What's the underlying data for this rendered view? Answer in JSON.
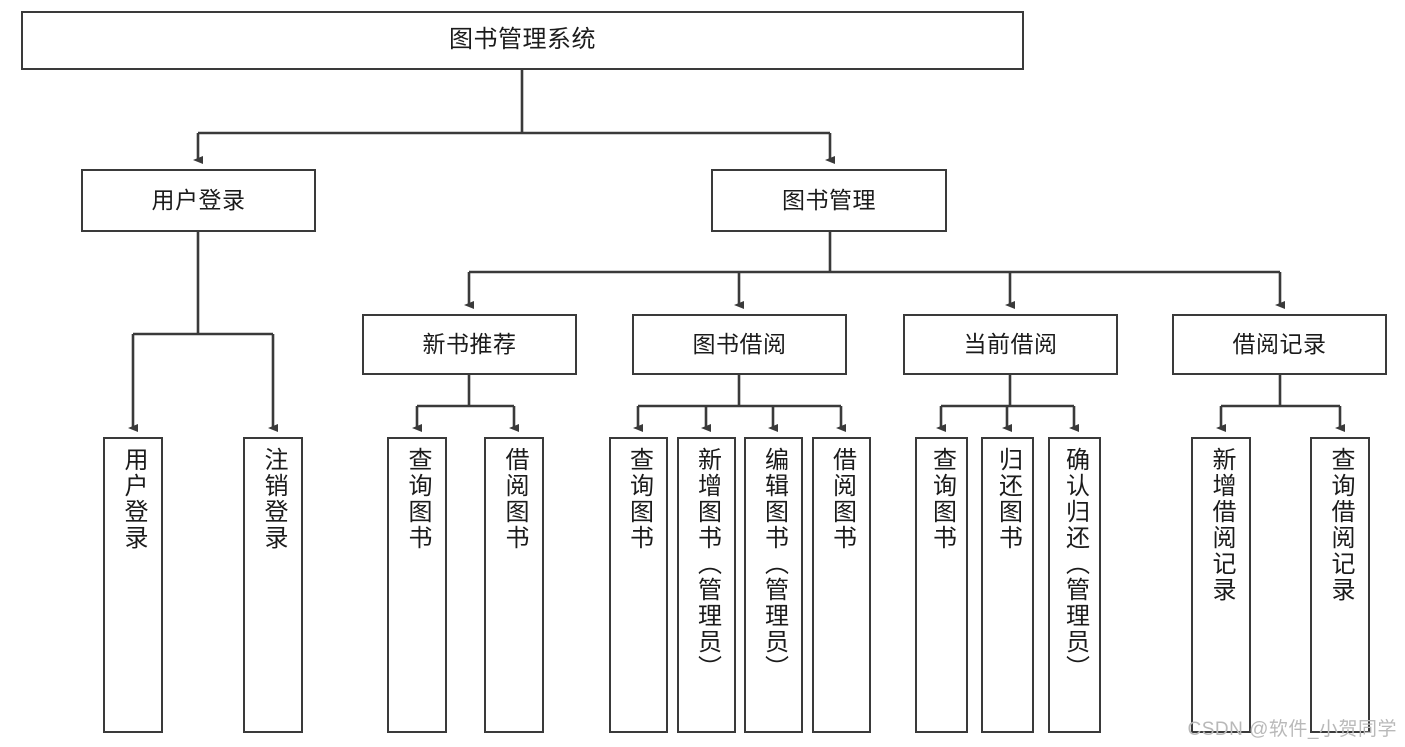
{
  "diagram": {
    "title": "图书管理系统",
    "type": "tree",
    "colors": {
      "box_border": "#3a3a3a",
      "box_fill": "#ffffff",
      "edge": "#3a3a3a",
      "text": "#1b1b1b",
      "watermark": "#b9b9b9",
      "background": "#ffffff"
    },
    "nodes": {
      "root": {
        "label": "图书管理系统"
      },
      "level2": [
        {
          "label": "用户登录"
        },
        {
          "label": "图书管理"
        }
      ],
      "level3": [
        {
          "label": "新书推荐"
        },
        {
          "label": "图书借阅"
        },
        {
          "label": "当前借阅"
        },
        {
          "label": "借阅记录"
        }
      ],
      "leaves": {
        "user_login": [
          {
            "label": "用户登录"
          },
          {
            "label": "注销登录"
          }
        ],
        "new_book": [
          {
            "label": "查询图书"
          },
          {
            "label": "借阅图书"
          }
        ],
        "book_borrow": [
          {
            "label": "查询图书"
          },
          {
            "label": "新增图书（管理员）"
          },
          {
            "label": "编辑图书（管理员）"
          },
          {
            "label": "借阅图书"
          }
        ],
        "current_borrow": [
          {
            "label": "查询图书"
          },
          {
            "label": "归还图书"
          },
          {
            "label": "确认归还（管理员）"
          }
        ],
        "borrow_record": [
          {
            "label": "新增借阅记录"
          },
          {
            "label": "查询借阅记录"
          }
        ]
      }
    },
    "watermark": "CSDN @软件_小贺同学"
  }
}
